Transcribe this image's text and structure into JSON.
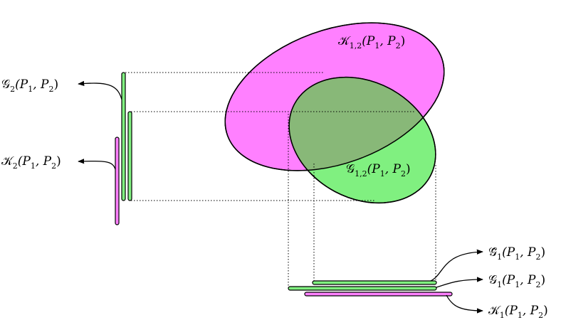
{
  "colors": {
    "magenta": "#ff80ff",
    "green": "#80f080",
    "overlap": "#88b878",
    "stroke": "#000000"
  },
  "labels": {
    "K12": "𝒦1,2(P1, P2)",
    "G12": "𝒢1,2(P1, P2)",
    "G2": "𝒢2(P1, P2)",
    "K2": "𝒦2(P1, P2)",
    "G1_tilde": "𝒢̃1(P1, P2)",
    "G1": "𝒢1(P1, P2)",
    "K1": "𝒦1(P1, P2)"
  },
  "label_parts": {
    "K12": {
      "script": "𝒦",
      "sub": "1,2",
      "args": "(P",
      "a1": "1",
      "mid": ", P",
      "a2": "2",
      "close": ")"
    },
    "G12": {
      "script": "𝒢",
      "sub": "1,2",
      "args": "(P",
      "a1": "1",
      "mid": ", P",
      "a2": "2",
      "close": ")"
    },
    "G2": {
      "script": "𝒢",
      "sub": "2",
      "args": "(P",
      "a1": "1",
      "mid": ", P",
      "a2": "2",
      "close": ")"
    },
    "K2": {
      "script": "𝒦",
      "sub": "2",
      "args": "(P",
      "a1": "1",
      "mid": ", P",
      "a2": "2",
      "close": ")"
    },
    "G1_tilde": {
      "script": "𝒢̃",
      "sub": "1",
      "args": "(P",
      "a1": "1",
      "mid": ", P",
      "a2": "2",
      "close": ")"
    },
    "G1": {
      "script": "𝒢",
      "sub": "1",
      "args": "(P",
      "a1": "1",
      "mid": ", P",
      "a2": "2",
      "close": ")"
    },
    "K1": {
      "script": "𝒦",
      "sub": "1",
      "args": "(P",
      "a1": "1",
      "mid": ", P",
      "a2": "2",
      "close": ")"
    }
  }
}
